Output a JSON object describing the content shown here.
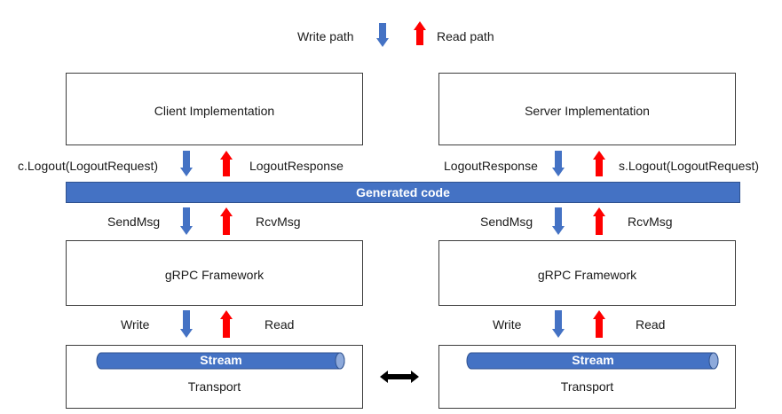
{
  "legend": {
    "write_label": "Write path",
    "read_label": "Read path"
  },
  "client": {
    "impl_title": "Client Implementation",
    "call_label": "c.Logout(LogoutRequest)",
    "response_label": "LogoutResponse",
    "send_label": "SendMsg",
    "recv_label": "RcvMsg",
    "framework_title": "gRPC Framework",
    "write_label": "Write",
    "read_label": "Read",
    "stream_label": "Stream",
    "transport_label": "Transport"
  },
  "server": {
    "impl_title": "Server Implementation",
    "response_label": "LogoutResponse",
    "call_label": "s.Logout(LogoutRequest)",
    "send_label": "SendMsg",
    "recv_label": "RcvMsg",
    "framework_title": "gRPC Framework",
    "write_label": "Write",
    "read_label": "Read",
    "stream_label": "Stream",
    "transport_label": "Transport"
  },
  "generated_code_label": "Generated code",
  "colors": {
    "write_arrow": "#4472c4",
    "read_arrow": "#ff0000",
    "bar": "#4472c4",
    "link": "#000000"
  },
  "icons": {
    "write": "blue-down-arrow-icon",
    "read": "red-up-arrow-icon",
    "link": "double-headed-arrow-icon"
  }
}
